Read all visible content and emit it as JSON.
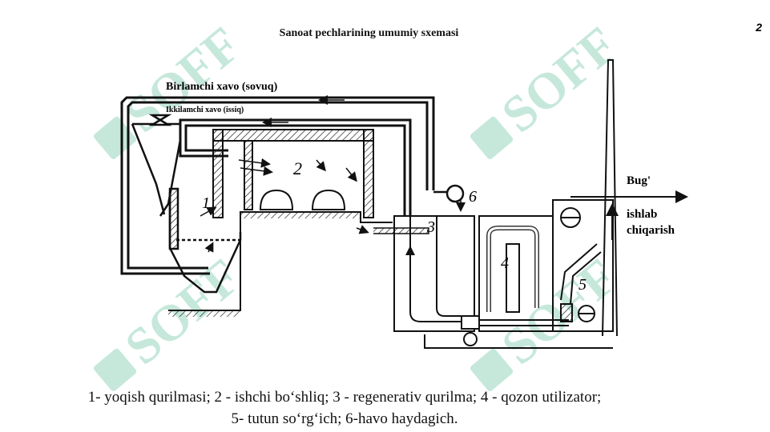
{
  "page": {
    "title": "Sanoat pechlarining umumiy sxemasi",
    "number": "2"
  },
  "watermark": {
    "text": "SOFF",
    "color": "#b8e3d3"
  },
  "diagram": {
    "labels": {
      "primary_air": "Birlamchi xavo (sovuq)",
      "secondary_air": "Ikkilamchi xavo (issiq)",
      "steam": "Bug'",
      "production_1": "ishlab",
      "production_2": "chiqarish"
    },
    "numbers": [
      "1",
      "2",
      "3",
      "4",
      "5",
      "6"
    ]
  },
  "caption": {
    "line1": "1- yoqish qurilmasi; 2 - ishchi bo‘shliq; 3 - regenerativ qurilma; 4 - qozon utilizator;",
    "line2": "5- tutun so‘rg‘ich; 6-havo haydagich."
  }
}
